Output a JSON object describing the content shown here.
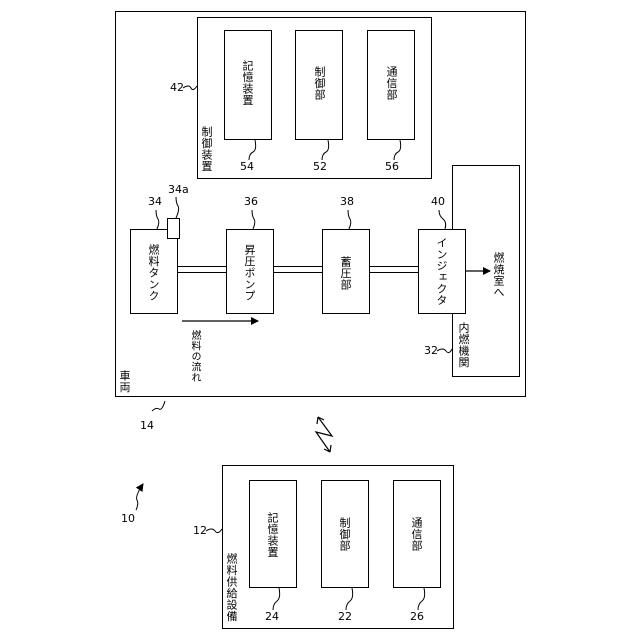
{
  "vehicle": {
    "label": "車両",
    "ref": "14",
    "controller": {
      "label": "制御装置",
      "ref": "42",
      "blocks": [
        {
          "label": "記憶装置",
          "ref": "54"
        },
        {
          "label": "制御部",
          "ref": "52"
        },
        {
          "label": "通信部",
          "ref": "56"
        }
      ]
    },
    "fuel_path": [
      {
        "label": "燃料タンク",
        "ref": "34"
      },
      {
        "label": "昇圧ポンプ",
        "ref": "36"
      },
      {
        "label": "蓄圧部",
        "ref": "38"
      },
      {
        "label": "インジェクタ",
        "ref": "40"
      }
    ],
    "tank_sensor_ref": "34a",
    "flow_label": "燃料の流れ",
    "engine": {
      "label": "内燃機関",
      "ref": "32",
      "chamber_label": "燃焼室へ"
    }
  },
  "system_ref": "10",
  "station": {
    "label": "燃料供給設備",
    "ref": "12",
    "blocks": [
      {
        "label": "記憶装置",
        "ref": "24"
      },
      {
        "label": "制御部",
        "ref": "22"
      },
      {
        "label": "通信部",
        "ref": "26"
      }
    ]
  }
}
